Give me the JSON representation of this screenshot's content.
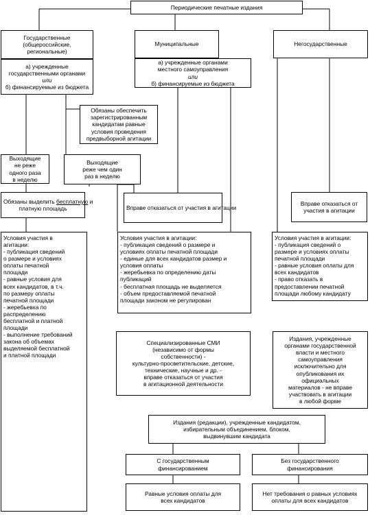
{
  "title": "Периодические печатные издания",
  "categories": {
    "state": {
      "heading": [
        "Государственные",
        "(общероссийские,",
        "региональные)"
      ],
      "types": [
        "а) учрежденные",
        "государственными органами",
        "или",
        "б) финансируемые из бюджета"
      ]
    },
    "municipal": {
      "heading": [
        "Муниципальные"
      ],
      "types": [
        "а) учрежденные органами",
        "местного самоуправления",
        "или",
        "б) финансируемые из бюджета"
      ]
    },
    "nonstate": {
      "heading": [
        "Негосударственные"
      ]
    }
  },
  "obligation": [
    "Обязаны обеспечить",
    "зарегистрированным",
    "кандидатам равные",
    "условия проведения",
    "предвыборной агитации"
  ],
  "weekly": [
    "Выходящие",
    "не реже",
    "одного раза",
    "в неделю"
  ],
  "less_weekly": [
    "Выходящие",
    "реже чем один",
    "раз в неделю"
  ],
  "must_allocate": {
    "pre": "Обязаны выделить ",
    "underlined": "бесплатную",
    "post": " и",
    "line2": "платную площадь"
  },
  "may_refuse_municipal": "Вправе отказаться от участия в агитации",
  "may_refuse_nonstate": [
    "Вправе отказаться от",
    "участия в агитации"
  ],
  "conditions_left": [
    "Условия участия в",
    "агитации:",
    "- публикация сведений",
    "о размере и условиях",
    "оплаты печатной",
    "площади",
    "- равные условия для",
    "всех кандидатов, в т.ч.",
    "по размеру оплаты",
    "печатной площади",
    "- жеребьевка по",
    "распределению",
    "бесплатной и платной",
    "площади",
    "- выполнение требований",
    "закона об объемах",
    "выделяемой бесплатной",
    "и платной площади"
  ],
  "conditions_middle": [
    "Условия участия в агитации:",
    "- публикация сведений о размере и",
    "условиях оплаты печатной площади",
    "- единые для всех кандидатов размер и",
    "условия оплаты",
    "- жеребьевка по определению даты",
    "публикаций",
    "- бесплатная площадь не выделяется",
    "- объем предоставляемой печатной",
    "площади законом не регулирован"
  ],
  "conditions_right": [
    "Условия участия в агитации:",
    "- публикация сведений о",
    "размере и условиях оплаты",
    "печатной площади",
    "- равные условия оплаты для",
    "всех кандидатов",
    "- право отказать в",
    "предоставлении печатной",
    "площади любому кандидату"
  ],
  "specialized_media": [
    "Специализированные СМИ",
    "(независимо от формы",
    "собственности) -",
    "культурно-просветительские, детские,",
    "технические, научные и др. -",
    "вправе отказаться от участия",
    "в агитационной деятельности"
  ],
  "official_editions": [
    "Издания, учрежденные",
    "органами государственной",
    "власти и местного",
    "самоуправления",
    "исключительно для",
    "опубликования их",
    "официальных",
    "материалов - не вправе",
    "участвовать в агитации",
    "в любой форме"
  ],
  "candidate_editions": [
    "Издания (редакции), учрежденные кандидатом,",
    "избирательным объединением, блоком,",
    "выдвинувшим кандидата"
  ],
  "with_funding": [
    "С государственным",
    "финансированием"
  ],
  "without_funding": [
    "Без государственного",
    "финансирования"
  ],
  "equal_payment": [
    "Равные условия оплаты для",
    "всех кандидатов"
  ],
  "no_requirements": [
    "Нет требования о равных условиях",
    "оплаты для всех кандидатов"
  ]
}
